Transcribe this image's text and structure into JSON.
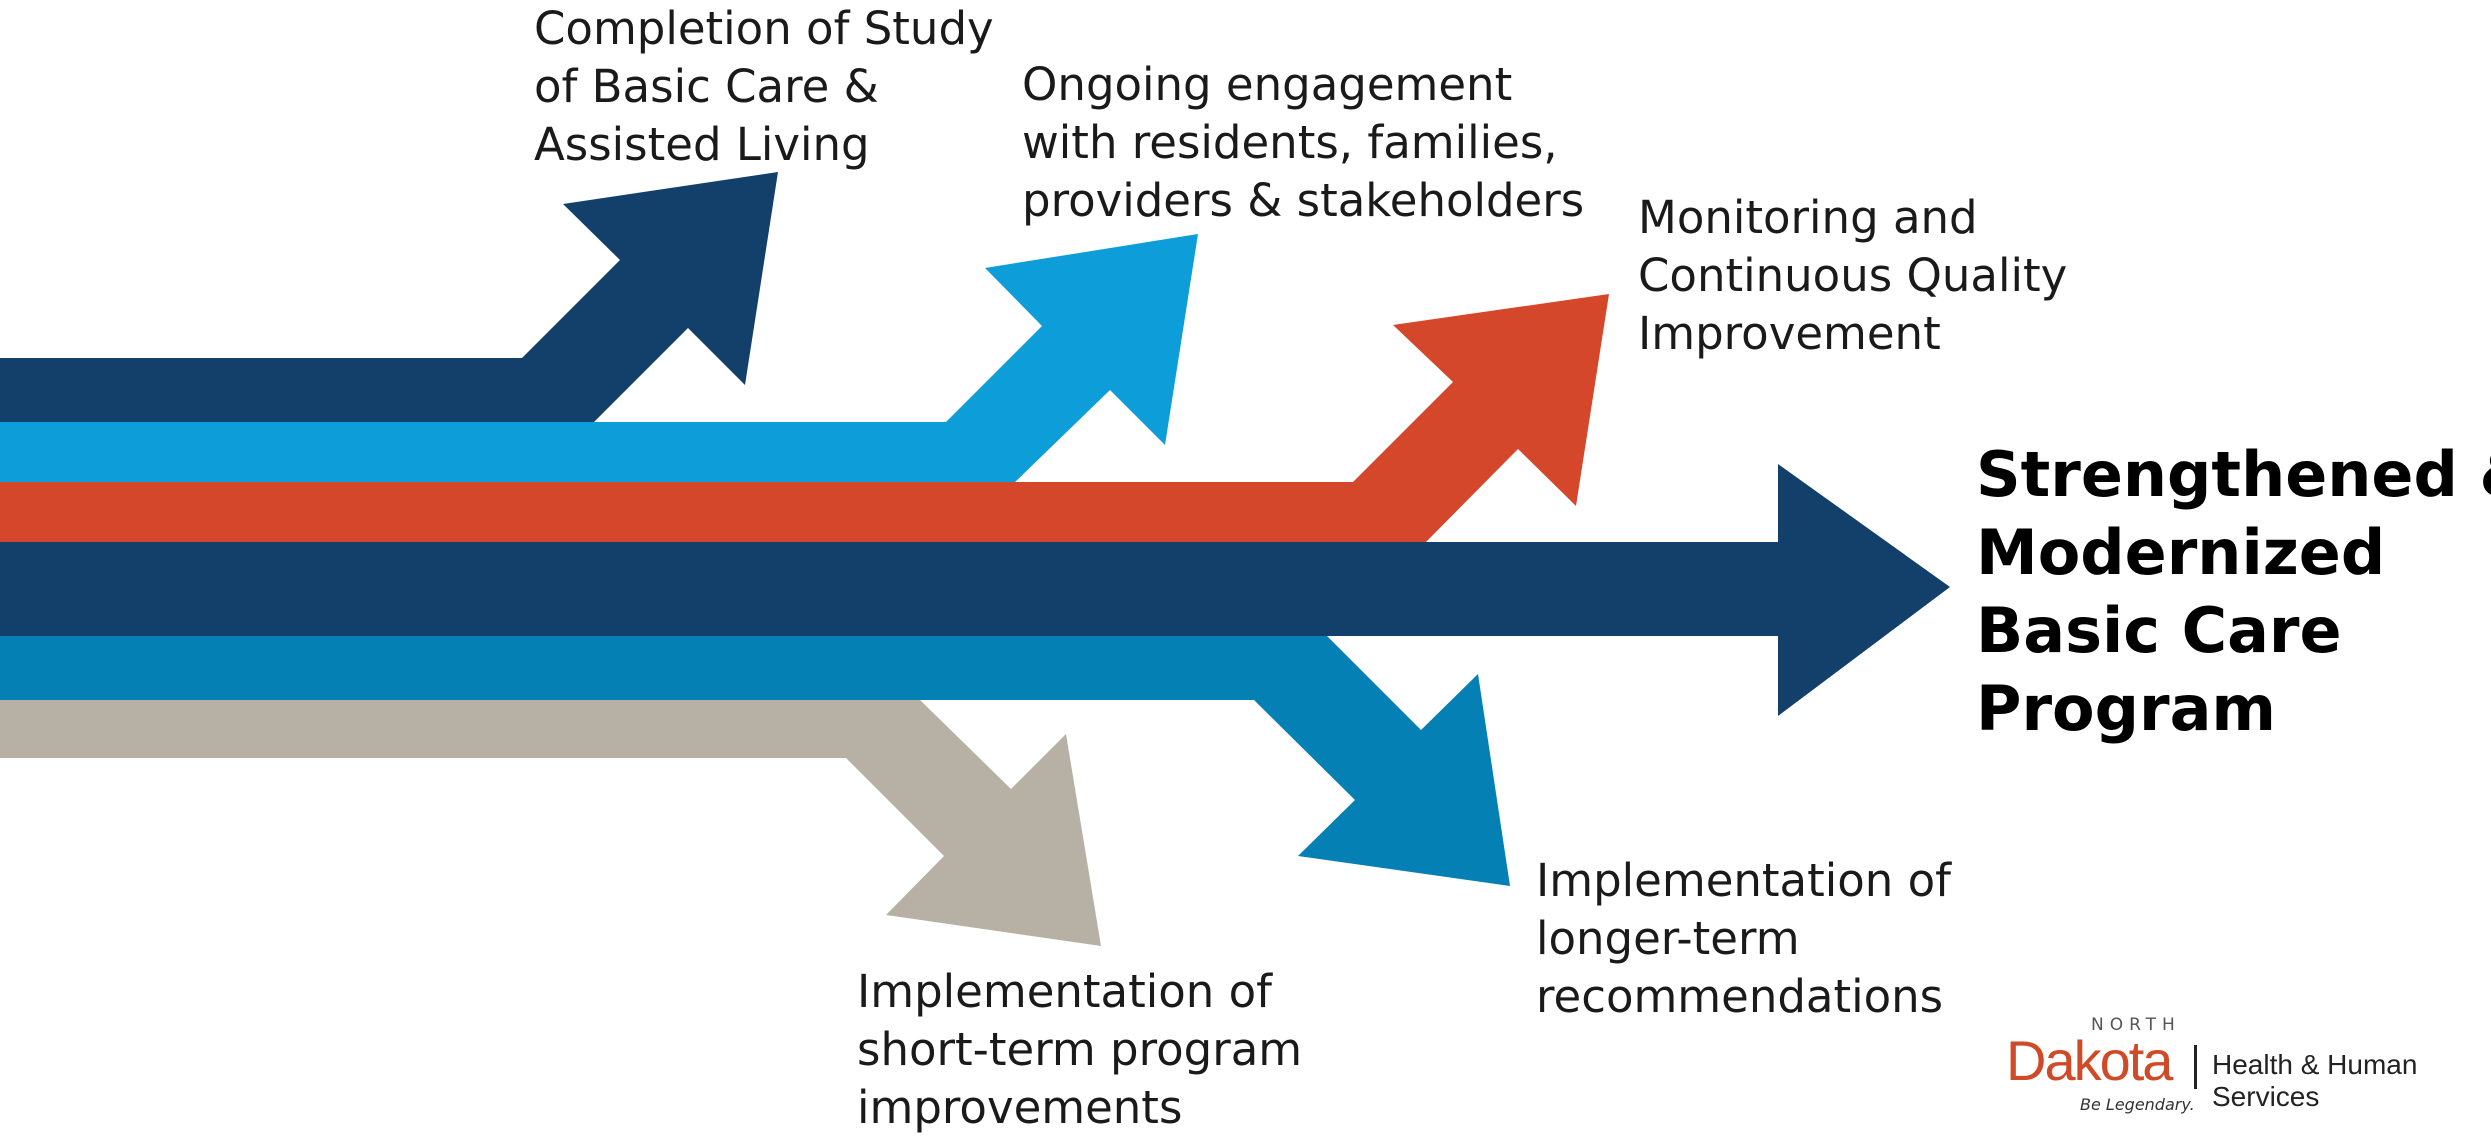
{
  "colors": {
    "navy": "#12406b",
    "sky": "#0d9dd8",
    "orange": "#d5472a",
    "teal": "#0480b4",
    "taupe": "#b6b1a4"
  },
  "labels": {
    "study": [
      "Completion of Study",
      "of Basic Care &",
      "Assisted Living"
    ],
    "engagement": [
      "Ongoing engagement",
      "with residents, families,",
      "providers & stakeholders"
    ],
    "monitoring": [
      "Monitoring and",
      "Continuous Quality",
      "Improvement"
    ],
    "longer_term": [
      "Implementation of",
      "longer-term",
      "recommendations"
    ],
    "short_term": [
      "Implementation of",
      "short-term program",
      "improvements"
    ]
  },
  "goal": [
    "Strengthened &",
    "Modernized",
    "Basic Care",
    "Program"
  ],
  "logo": {
    "north": "NORTH",
    "dakota": "Dakota",
    "tagline": "Be Legendary.",
    "org": "Health & Human Services"
  }
}
